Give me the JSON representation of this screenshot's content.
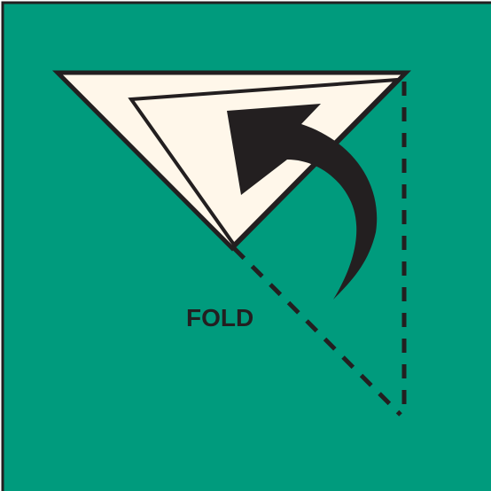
{
  "diagram": {
    "label": "FOLD",
    "colors": {
      "background": "#009b7d",
      "paper": "#fff7ea",
      "ink": "#231f20"
    },
    "elements": [
      "folded-paper-triangle",
      "fold-direction-arrow",
      "fold-line-dashed"
    ]
  }
}
